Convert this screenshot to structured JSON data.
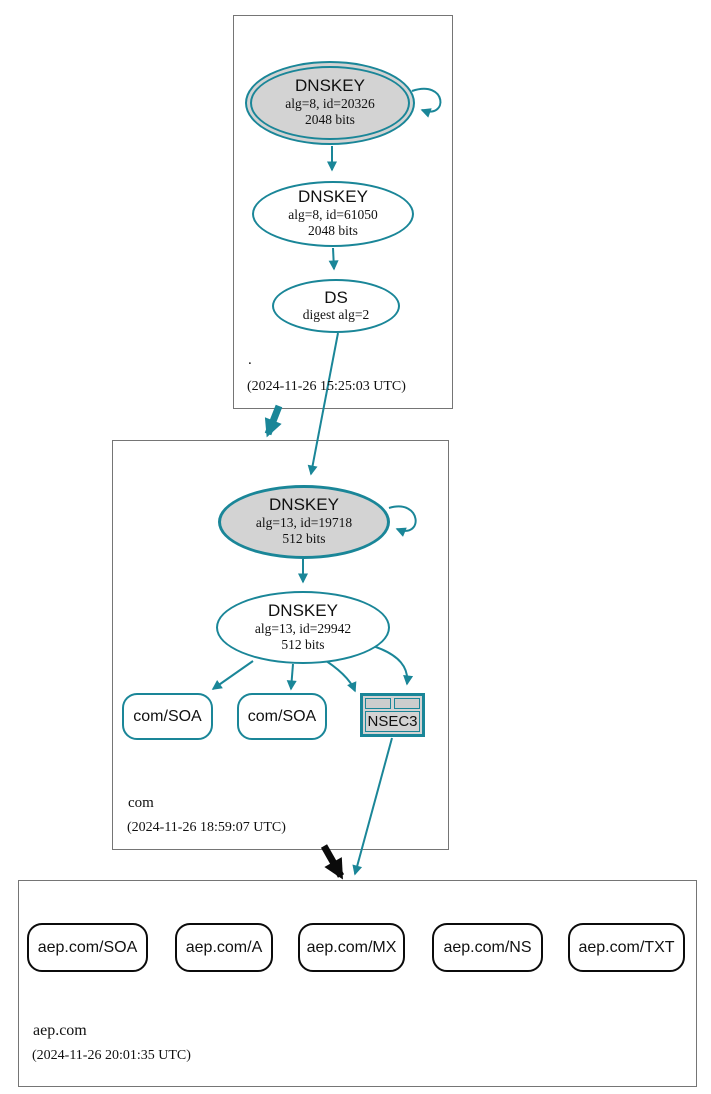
{
  "colors": {
    "teal": "#1a8698",
    "node_fill": "#d3d3d3",
    "black": "#0b0b0b",
    "box_border": "#757575"
  },
  "zones": {
    "root": {
      "label": ".",
      "timestamp": "(2024-11-26 15:25:03 UTC)",
      "ksk": {
        "type": "DNSKEY",
        "detail": "alg=8, id=20326",
        "bits": "2048 bits"
      },
      "zsk": {
        "type": "DNSKEY",
        "detail": "alg=8, id=61050",
        "bits": "2048 bits"
      },
      "ds": {
        "type": "DS",
        "detail": "digest alg=2"
      }
    },
    "com": {
      "label": "com",
      "timestamp": "(2024-11-26 18:59:07 UTC)",
      "ksk": {
        "type": "DNSKEY",
        "detail": "alg=13, id=19718",
        "bits": "512 bits"
      },
      "zsk": {
        "type": "DNSKEY",
        "detail": "alg=13, id=29942",
        "bits": "512 bits"
      },
      "rrsets": [
        {
          "label": "com/SOA"
        },
        {
          "label": "com/SOA"
        }
      ],
      "nsec3": {
        "label": "NSEC3"
      }
    },
    "aep": {
      "label": "aep.com",
      "timestamp": "(2024-11-26 20:01:35 UTC)",
      "rrsets": [
        {
          "label": "aep.com/SOA"
        },
        {
          "label": "aep.com/A"
        },
        {
          "label": "aep.com/MX"
        },
        {
          "label": "aep.com/NS"
        },
        {
          "label": "aep.com/TXT"
        }
      ]
    }
  }
}
